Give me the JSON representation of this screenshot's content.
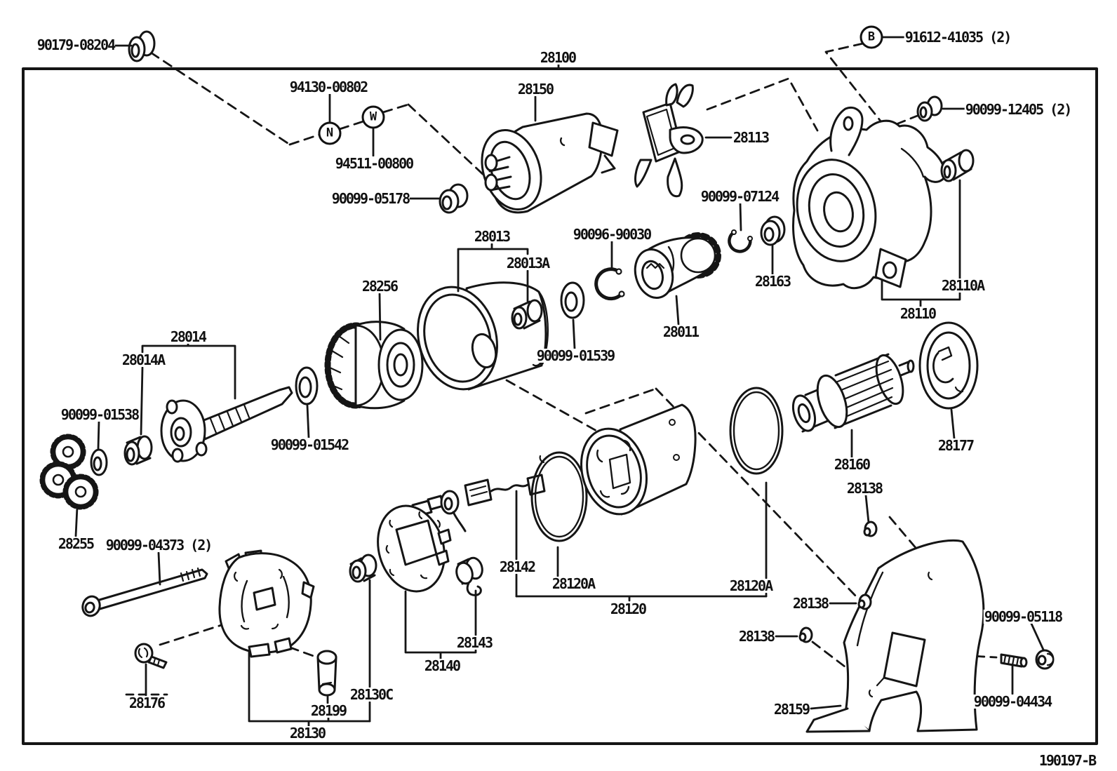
{
  "figure": {
    "kind": "exploded-parts-diagram",
    "subject": "starter motor assembly",
    "line_color": "#151515",
    "background_color": "#ffffff"
  },
  "labels": [
    {
      "text": "90179-08204"
    },
    {
      "text": "28100"
    },
    {
      "text": "94130-00802"
    },
    {
      "text": "94511-00800"
    },
    {
      "text": "90099-05178"
    },
    {
      "text": "28150"
    },
    {
      "text": "28113"
    },
    {
      "text": "91612-41035 (2)"
    },
    {
      "text": "90099-12405 (2)"
    },
    {
      "text": "90099-07124"
    },
    {
      "text": "90096-90030"
    },
    {
      "text": "28013"
    },
    {
      "text": "28013A"
    },
    {
      "text": "28256"
    },
    {
      "text": "28163"
    },
    {
      "text": "28011"
    },
    {
      "text": "90099-01539"
    },
    {
      "text": "28110A"
    },
    {
      "text": "28110"
    },
    {
      "text": "28014"
    },
    {
      "text": "28014A"
    },
    {
      "text": "90099-01538"
    },
    {
      "text": "90099-01542"
    },
    {
      "text": "28255"
    },
    {
      "text": "90099-04373 (2)"
    },
    {
      "text": "28177"
    },
    {
      "text": "28160"
    },
    {
      "text": "28138"
    },
    {
      "text": "28142"
    },
    {
      "text": "28120A"
    },
    {
      "text": "28120A"
    },
    {
      "text": "28120"
    },
    {
      "text": "28143"
    },
    {
      "text": "28140"
    },
    {
      "text": "28176"
    },
    {
      "text": "28199"
    },
    {
      "text": "28130C"
    },
    {
      "text": "28130"
    },
    {
      "text": "28138"
    },
    {
      "text": "28138"
    },
    {
      "text": "90099-05118"
    },
    {
      "text": "28159"
    },
    {
      "text": "90099-04434"
    },
    {
      "text": "190197-B"
    }
  ],
  "markers": [
    {
      "letter": "N"
    },
    {
      "letter": "W"
    },
    {
      "letter": "B"
    }
  ]
}
